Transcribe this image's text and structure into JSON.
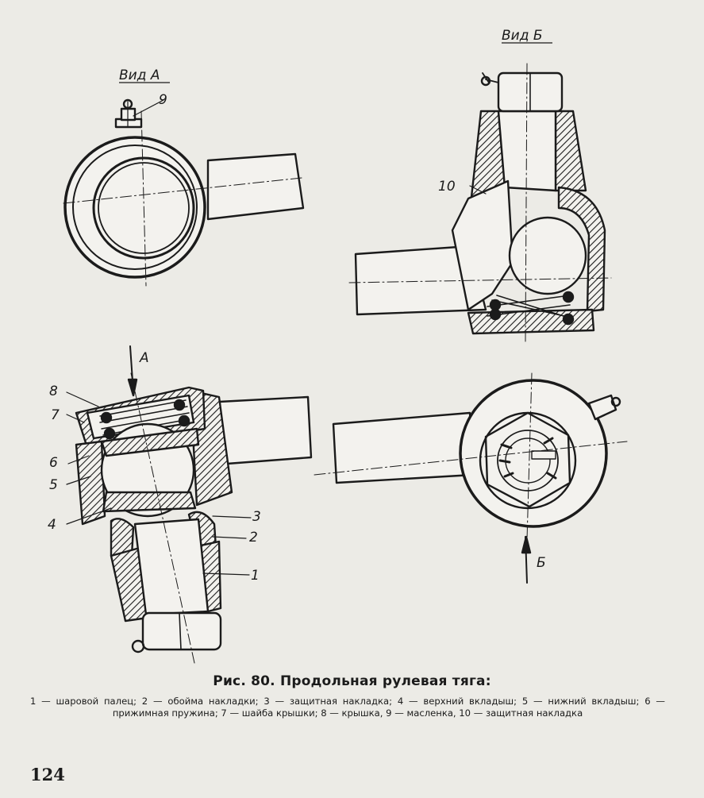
{
  "figure": {
    "views": {
      "view_a": "Вид А",
      "view_b": "Вид Б",
      "arrow_a": "А",
      "arrow_b": "Б"
    },
    "callouts": {
      "c1": "1",
      "c2": "2",
      "c3": "3",
      "c4": "4",
      "c5": "5",
      "c6": "6",
      "c7": "7",
      "c8": "8",
      "c9": "9",
      "c10": "10"
    }
  },
  "caption": {
    "title": "Рис. 80. Продольная рулевая тяга:",
    "text": "1 — шаровой палец; 2 — обойма накладки; 3 — защитная накладка; 4 — верхний вкладыш; 5 — нижний вкладыш; 6 — прижимная пружина; 7 — шайба крышки; 8 — крышка, 9 — масленка, 10 — защитная накладка"
  },
  "page_number": "124"
}
